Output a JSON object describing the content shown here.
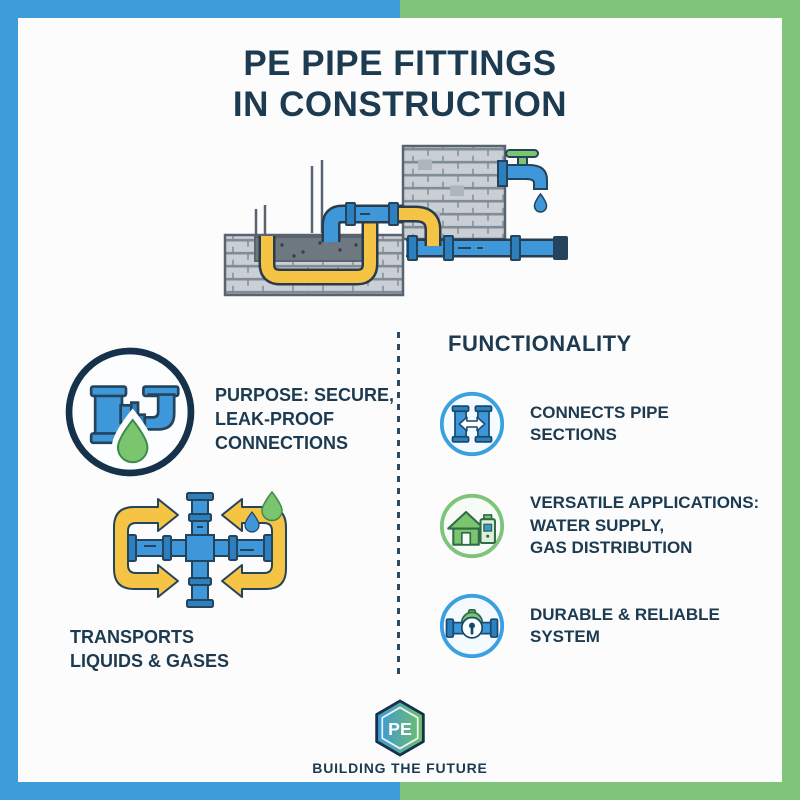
{
  "palette": {
    "brand_blue": "#3E9CD9",
    "brand_green": "#7EC47B",
    "ink": "#1C3A50",
    "pipe_blue": "#3E97D9",
    "pipe_flange_blue": "#2E7FBE",
    "pipe_yellow": "#F6C445",
    "accent_green": "#7CC56F",
    "accent_light_blue": "#3AA0E0",
    "brick_gray": "#C9CFD5"
  },
  "title": {
    "line1": "PE PIPE FITTINGS",
    "line2": "IN CONSTRUCTION"
  },
  "hero": {
    "illustration": "pipes-through-foundation-and-wall-with-faucet"
  },
  "left_column": {
    "purpose_icon": "pipe-fittings-leakproof-icon",
    "purpose_label": "PURPOSE: SECURE,\nLEAK-PROOF\nCONNECTIONS",
    "transports_icon": "cross-pipe-flow-icon",
    "transports_label": "TRANSPORTS\nLIQUIDS & GASES"
  },
  "right_column": {
    "heading": "FUNCTIONALITY",
    "items": [
      {
        "icon": "pipe-coupling-icon",
        "accent": "#3AA0E0",
        "label": "CONNECTS PIPE\nSECTIONS"
      },
      {
        "icon": "house-and-gas-meter-icon",
        "accent": "#7EC47B",
        "label": "VERSATILE APPLICATIONS:\nWATER SUPPLY,\nGAS DISTRIBUTION"
      },
      {
        "icon": "valve-icon",
        "accent": "#3AA0E0",
        "label": "DURABLE & RELIABLE\nSYSTEM"
      }
    ]
  },
  "footer": {
    "logo_text": "PE",
    "tagline": "BUILDING THE FUTURE"
  }
}
